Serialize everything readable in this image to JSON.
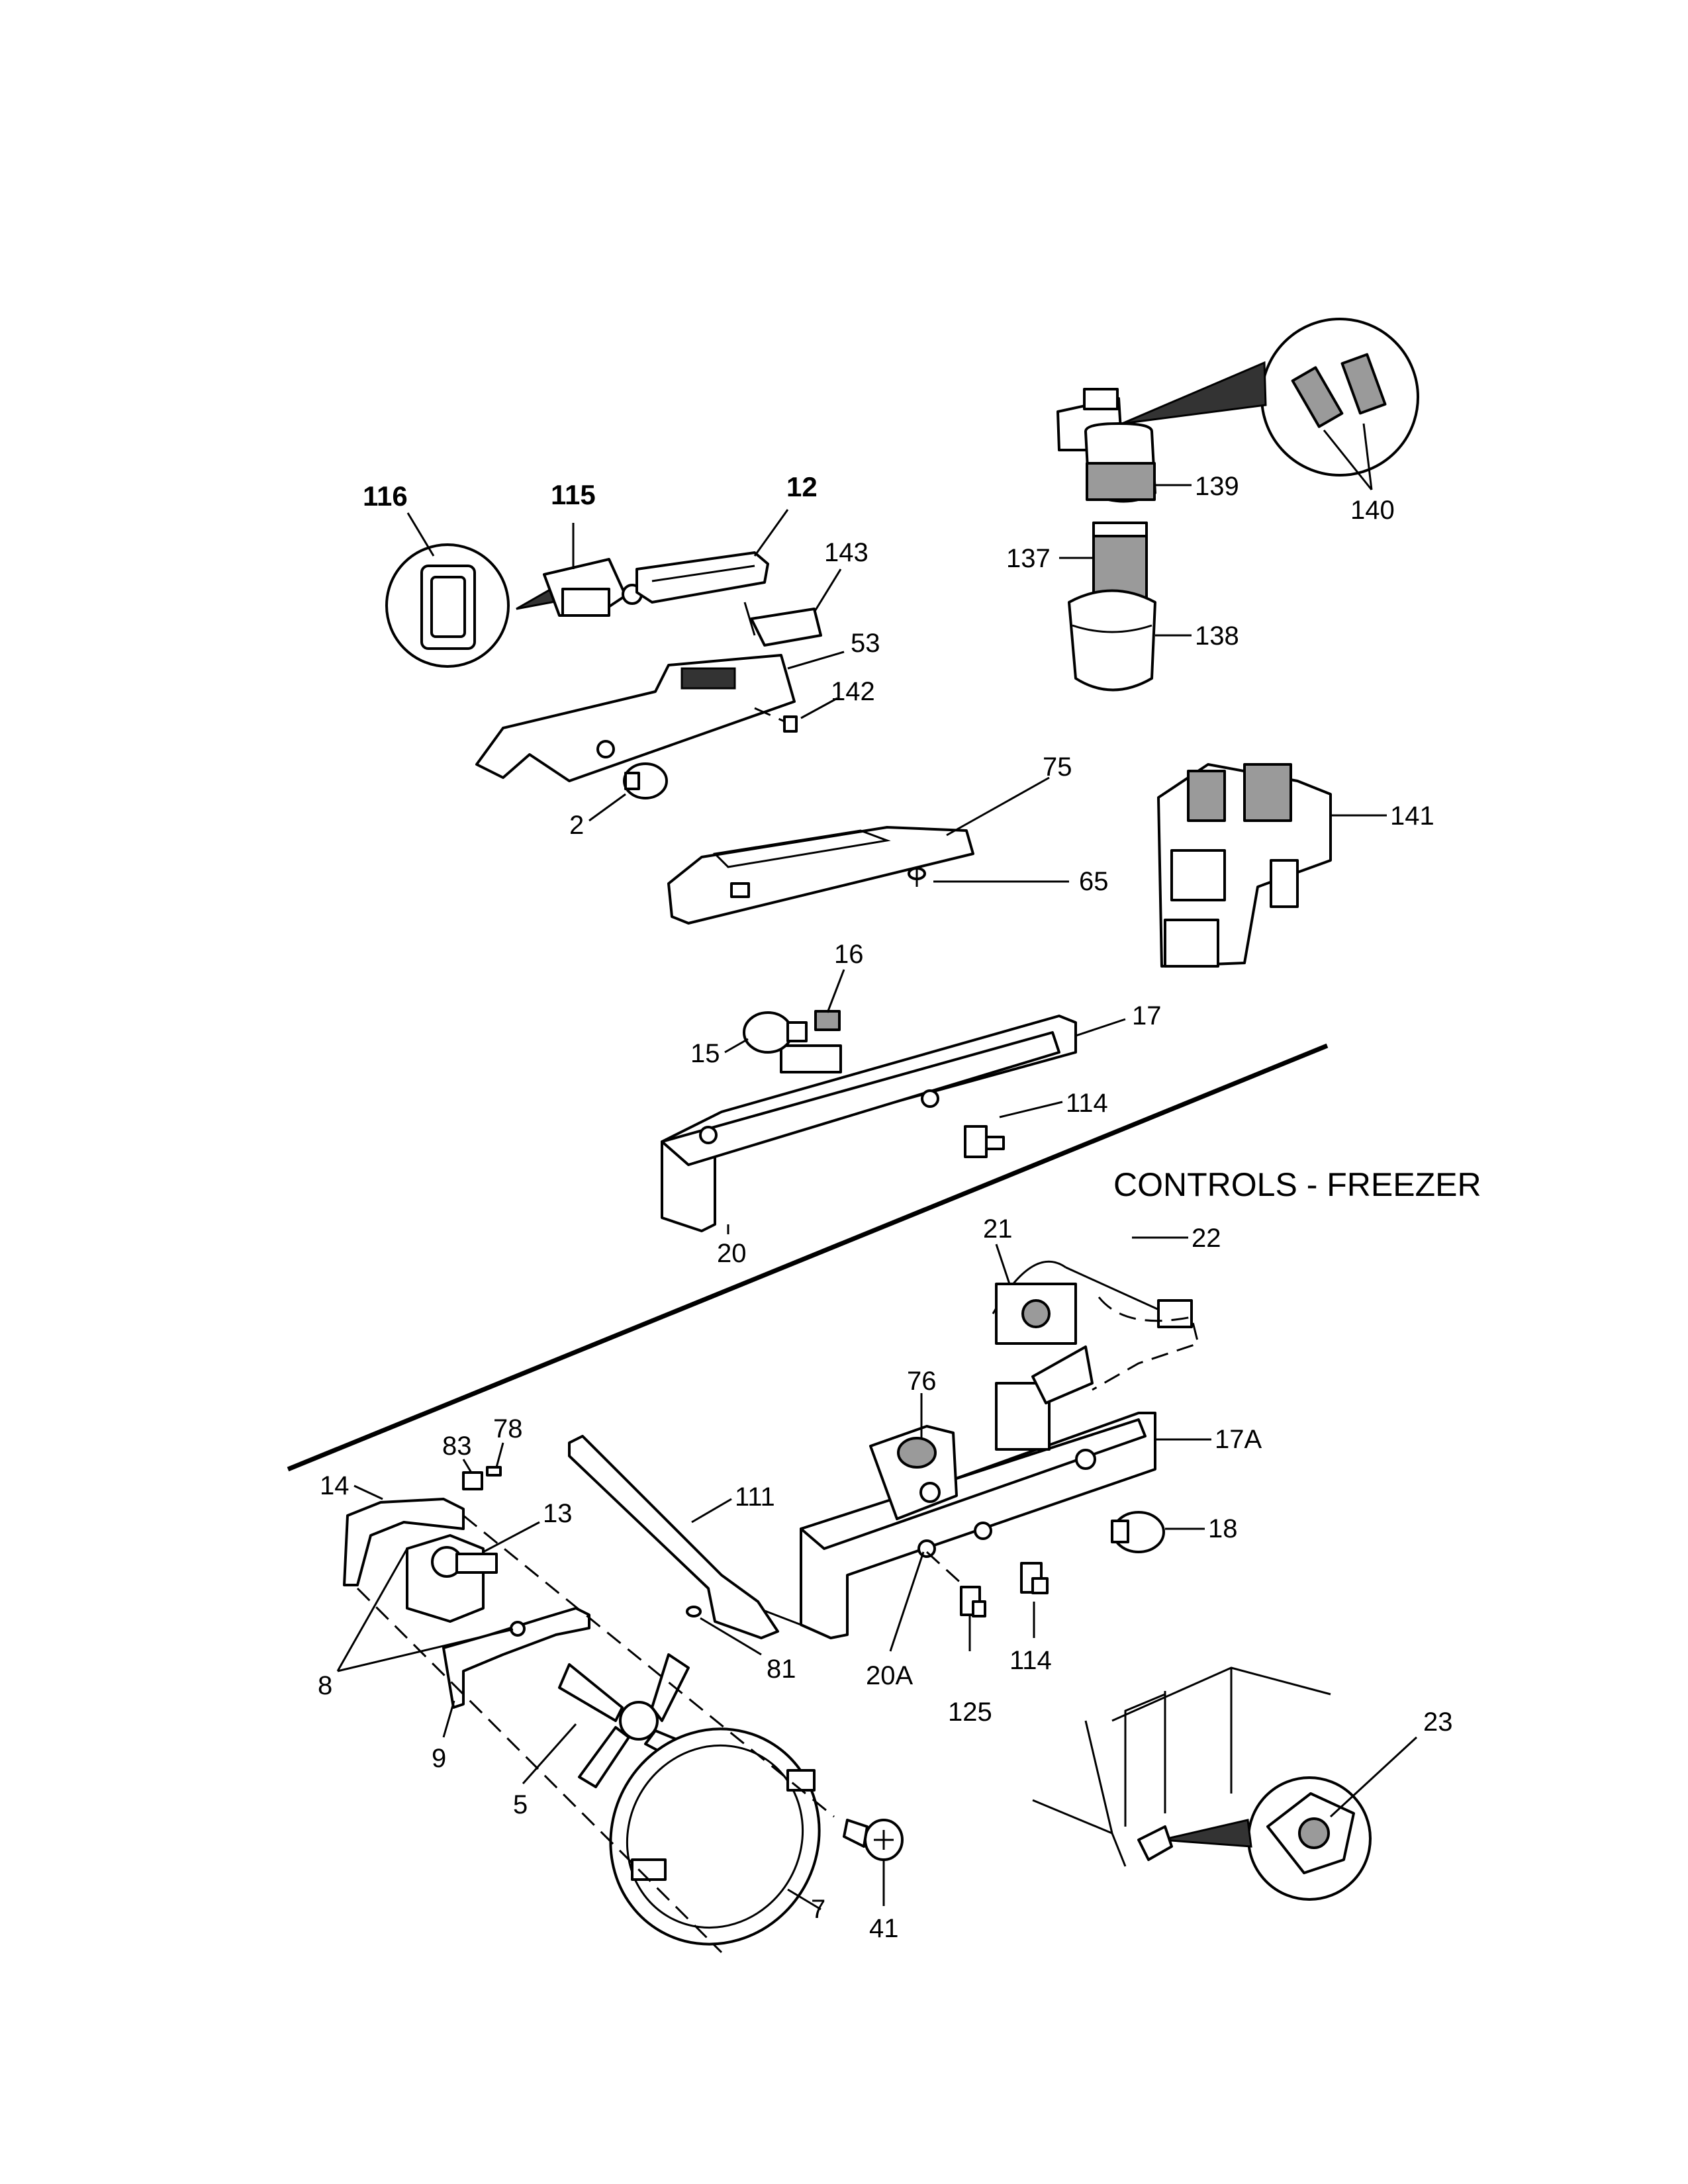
{
  "section_title": "CONTROLS - FREEZER",
  "callouts": {
    "c116": "116",
    "c115": "115",
    "c12": "12",
    "c143": "143",
    "c53": "53",
    "c142": "142",
    "c2": "2",
    "c75": "75",
    "c65": "65",
    "c16": "16",
    "c15": "15",
    "c17": "17",
    "c114a": "114",
    "c20": "20",
    "c139": "139",
    "c140": "140",
    "c137": "137",
    "c138": "138",
    "c141": "141",
    "c21": "21",
    "c22": "22",
    "c76": "76",
    "c17a": "17A",
    "c18": "18",
    "c83": "83",
    "c78": "78",
    "c14": "14",
    "c13": "13",
    "c111": "111",
    "c8": "8",
    "c9": "9",
    "c5": "5",
    "c81": "81",
    "c20a": "20A",
    "c125": "125",
    "c114b": "114",
    "c41": "41",
    "c7": "7",
    "c23": "23"
  },
  "colors": {
    "ink": "#000000",
    "paper": "#ffffff",
    "shade": "#9a9a9a"
  }
}
